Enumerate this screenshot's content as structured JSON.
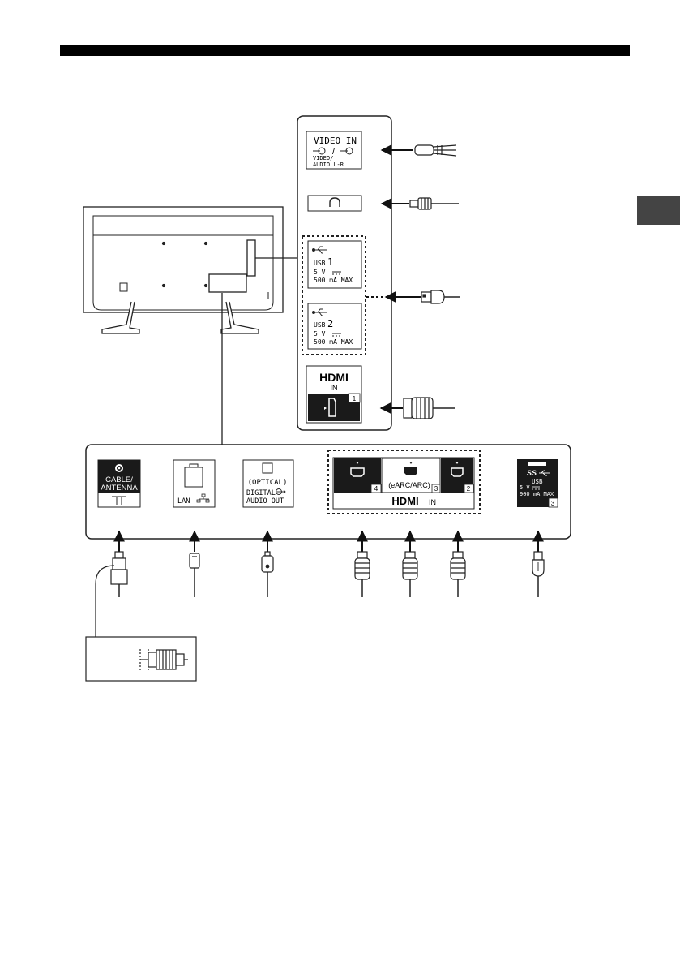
{
  "side_panel": {
    "video_in": {
      "title": "VIDEO IN",
      "symbols": "/",
      "sub1": "VIDEO/",
      "sub2": "AUDIO L-R",
      "input_icon": "video-input-icon"
    },
    "headphone": {
      "icon": "headphone-icon"
    },
    "usb1": {
      "label": "USB",
      "number": "1",
      "voltage": "5 V",
      "current": "500 mA MAX",
      "icon": "usb-icon"
    },
    "usb2": {
      "label": "USB",
      "number": "2",
      "voltage": "5 V",
      "current": "500 mA MAX",
      "icon": "usb-icon"
    },
    "hdmi_side": {
      "logo": "HDMI",
      "sub": "IN",
      "port_number": "1"
    }
  },
  "bottom_panel": {
    "cable_antenna": {
      "line1": "CABLE/",
      "line2": "ANTENNA",
      "icon": "antenna-icon"
    },
    "lan": {
      "label": "LAN",
      "icon": "network-icon"
    },
    "optical": {
      "line1": "(OPTICAL)",
      "line2": "DIGITAL",
      "line3": "AUDIO OUT",
      "icon": "optical-out-icon"
    },
    "hdmi_group": {
      "ports": [
        {
          "number": "4",
          "label": ""
        },
        {
          "number": "3",
          "label": "(eARC/ARC)"
        },
        {
          "number": "2",
          "label": ""
        }
      ],
      "logo": "HDMI",
      "suffix": "IN"
    },
    "usb3": {
      "logo": "SS",
      "label": "USB",
      "voltage": "5 V",
      "current": "900 mA MAX",
      "number": "3",
      "icon": "usb-superspeed-icon"
    }
  },
  "cables": {
    "side": [
      "av-minijack-cable",
      "headphone-plug",
      "usb-cable",
      "hdmi-cable"
    ],
    "bottom": [
      "coaxial-cable",
      "lan-cable",
      "optical-cable",
      "hdmi-cable",
      "hdmi-cable",
      "hdmi-cable",
      "usb-cable"
    ]
  }
}
